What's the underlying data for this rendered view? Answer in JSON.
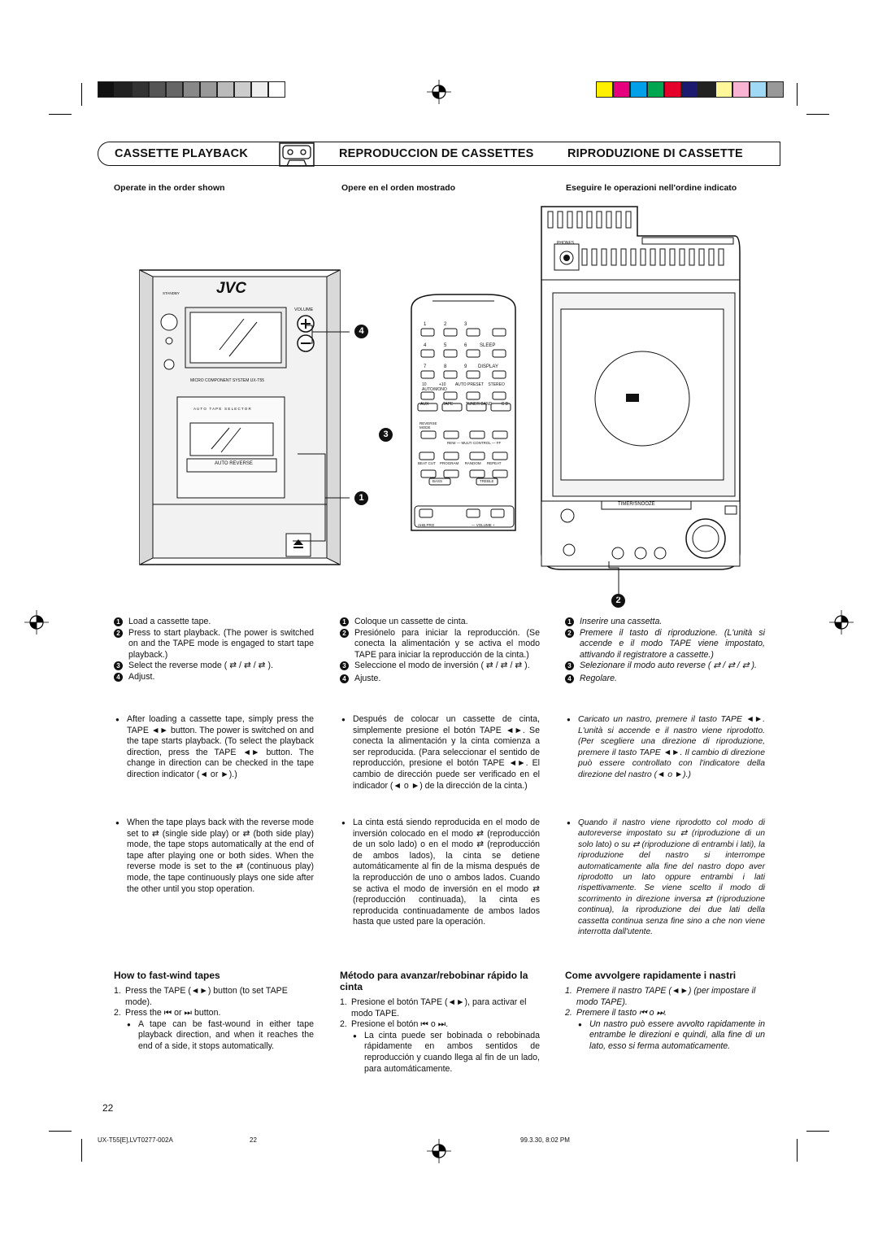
{
  "header": {
    "en_title": "CASSETTE PLAYBACK",
    "es_title": "REPRODUCCION DE CASSETTES",
    "it_title": "RIPRODUZIONE DI CASSETTE"
  },
  "subheadings": {
    "en": "Operate in the order shown",
    "es": "Opere en el orden mostrado",
    "it": "Eseguire le operazioni nell'ordine indicato"
  },
  "device": {
    "brand": "JVC",
    "standby": "STANDBY",
    "volume": "VOLUME",
    "model_label": "MICRO COMPONENT SYSTEM UX-T55",
    "tape_selector": "A U T O   T A P E   S E L E C T O R",
    "auto_reverse": "AUTO REVERSE",
    "phones": "PHONES",
    "timer_snooze": "TIMER/SNOOZE"
  },
  "remote": {
    "keys_row1": [
      "1",
      "2",
      "3"
    ],
    "keys_row2": [
      "4",
      "5",
      "6",
      "SLEEP"
    ],
    "keys_row3": [
      "7",
      "8",
      "9",
      "DISPLAY"
    ],
    "keys_row4": [
      "10",
      "+10",
      "AUTO PRESET",
      "STEREO AUTO/MONO"
    ],
    "sources": [
      "AUX",
      "TAPE",
      "TUNER BAND",
      "C D"
    ],
    "reverse_mode": "REVERSE MODE",
    "rew_ff": "REW — MULTI CONTROL — FF",
    "row_labels": [
      "BEAT CUT",
      "PROGRAM",
      "RANDOM",
      "REPEAT"
    ],
    "bass": "BASS",
    "treble": "TREBLE",
    "ahb": "AHB.PRO",
    "volume": "— VOLUME +"
  },
  "callouts": [
    "4",
    "3",
    "1",
    "2"
  ],
  "steps": {
    "en": [
      "Load a cassette tape.",
      "Press to start playback. (The power is switched on and the TAPE mode is engaged to start tape playback.)",
      "Select the reverse mode ( ⇄ / ⇄ / ⇄ ).",
      "Adjust."
    ],
    "es": [
      "Coloque un cassette de cinta.",
      "Presiónelo para iniciar la reproducción. (Se conecta la alimentación y se activa el modo TAPE para iniciar la reproducción de la cinta.)",
      "Seleccione el modo de inversión ( ⇄ / ⇄ / ⇄ ).",
      "Ajuste."
    ],
    "it": [
      "Inserire una cassetta.",
      "Premere il tasto di riproduzione. (L'unità si accende e il modo TAPE viene impostato, attivando il registratore a cassette.)",
      "Selezionare il modo auto reverse ( ⇄ / ⇄ / ⇄ ).",
      "Regolare."
    ]
  },
  "notes": {
    "en": [
      "After loading a cassette tape, simply press the TAPE ◄► button. The power is switched on and the tape starts playback. (To select the playback direction, press the TAPE ◄► button. The change in direction can be checked in the tape direction indicator (◄ or ►).)",
      "When the tape plays back with the reverse mode set to ⇄ (single side play) or ⇄ (both side play) mode, the tape stops automatically at the end of tape after playing one or both sides. When the reverse mode is set to the ⇄ (continuous play) mode, the tape continuously plays one side after the other until you stop operation."
    ],
    "es": [
      "Después de colocar un cassette de cinta, simplemente presione el botón TAPE ◄►. Se conecta la alimentación y la cinta comienza a ser reproducida. (Para seleccionar el sentido de reproducción, presione el botón TAPE ◄►. El cambio de dirección puede ser verificado en el indicador (◄ o ►) de la dirección de la cinta.)",
      "La cinta está siendo reproducida en el modo de inversión colocado en el modo ⇄ (reproducción de un solo lado) o en el modo ⇄ (reproducción de ambos lados), la cinta se detiene automáticamente al fin de la misma después de la reproducción de uno o ambos lados. Cuando se activa el modo de inversión en el modo ⇄ (reproducción continuada), la cinta es reproducida continuadamente de ambos lados hasta que usted pare la operación."
    ],
    "it": [
      "Caricato un nastro, premere il tasto TAPE ◄►. L'unità si accende e il nastro viene riprodotto. (Per scegliere una direzione di riproduzione, premere il tasto TAPE ◄►. Il cambio di direzione può essere controllato con l'indicatore della direzione del nastro (◄ o ►).)",
      "Quando il nastro viene riprodotto col modo di autoreverse impostato su ⇄ (riproduzione di un solo lato) o su ⇄ (riproduzione di entrambi i lati), la riproduzione del nastro si interrompe automaticamente alla fine del nastro dopo aver riprodotto un lato oppure entrambi i lati rispettivamente. Se viene scelto il modo di scorrimento in direzione inversa ⇄ (riproduzione continua), la riproduzione dei due lati della cassetta continua senza fine sino a che non viene interrotta dall'utente."
    ]
  },
  "fastwind": {
    "en": {
      "title": "How to fast-wind tapes",
      "items": [
        "Press the TAPE (◄►) button (to set TAPE mode).",
        "Press the ⏮ or ⏭ button."
      ],
      "note": "A tape can be fast-wound in either tape playback direction, and when it reaches the end of a side, it stops automatically."
    },
    "es": {
      "title": "Método para avanzar/rebobinar rápido la cinta",
      "items": [
        "Presione el botón TAPE (◄►), para activar el modo TAPE.",
        "Presione el botón ⏮ o ⏭."
      ],
      "note": "La cinta puede ser bobinada o rebobinada rápidamente en ambos sentidos de reproducción y cuando llega al fin de un lado, para automáticamente."
    },
    "it": {
      "title": "Come avvolgere rapidamente i nastri",
      "items": [
        "Premere il nastro TAPE (◄►) (per impostare il modo TAPE).",
        "Premere il tasto ⏮ o ⏭."
      ],
      "note": "Un nastro può essere avvolto rapidamente in entrambe le direzioni e quindi, alla fine di un lato, esso si ferma automaticamente."
    }
  },
  "page_number": "22",
  "footer": {
    "left": "UX-T55[E],LVT0277-002A",
    "center": "22",
    "right": "99.3.30, 8:02 PM"
  }
}
